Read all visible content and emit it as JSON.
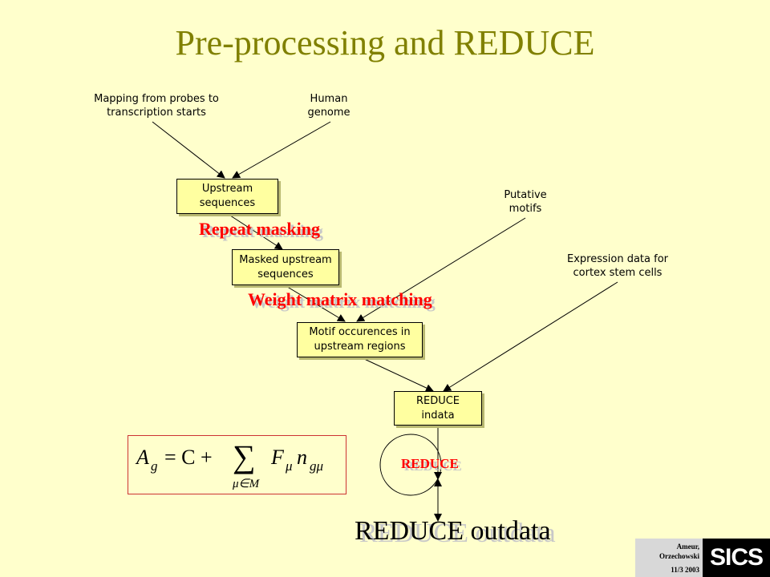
{
  "title": "Pre-processing and REDUCE",
  "inputs": {
    "mapping": [
      "Mapping from probes to",
      "transcription starts"
    ],
    "genome": [
      "Human",
      "genome"
    ],
    "motifs": [
      "Putative",
      "motifs"
    ],
    "expression": [
      "Expression data for",
      "cortex stem cells"
    ]
  },
  "boxes": {
    "upstream": [
      "Upstream",
      "sequences"
    ],
    "masked": [
      "Masked upstream",
      "sequences"
    ],
    "motif_occ": [
      "Motif occurences in",
      "upstream regions"
    ],
    "reduce_indata": [
      "REDUCE",
      "indata"
    ]
  },
  "steps": {
    "repeat_masking": "Repeat masking",
    "weight_matrix": "Weight matrix matching",
    "reduce": "REDUCE"
  },
  "outdata": "REDUCE outdata",
  "formula": {
    "A": "A",
    "g": "g",
    "eq": "= C +",
    "sum": "∑",
    "sub": "μ∈M",
    "term": "F",
    "mu": "μ",
    "n": "n",
    "gmu": "gμ"
  },
  "credit": {
    "authors": [
      "Ameur,",
      "Orzechowski"
    ],
    "date": "11/3 2003"
  },
  "logo": "SICS",
  "colors": {
    "background": "#ffffcc",
    "title": "#808000",
    "box_fill": "#ffffa0",
    "step_text": "#ff0000"
  }
}
